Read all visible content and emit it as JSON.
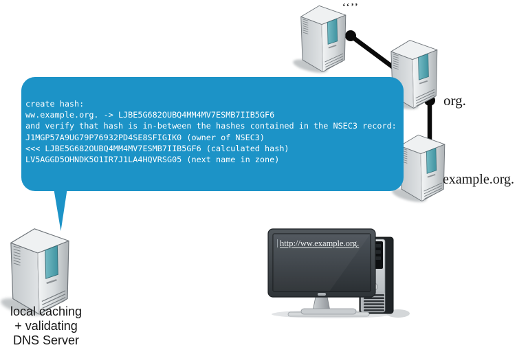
{
  "bubble": {
    "background_color": "#1c93c7",
    "text_color": "#ffffff",
    "lines": [
      "create hash:",
      "ww.example.org. -> LJBE5G682OUBQ4MM4MV7ESMB7IIB5GF6",
      "and verify that hash is in-between the hashes contained in the NSEC3 record:",
      "J1MGP57A9UG79P76932PD4SE8SFIGIK0 (owner of NSEC3)",
      "<<< LJBE5G682OUBQ4MM4MV7ESMB7IIB5GF6 (calculated hash)",
      "LV5AGGD5OHNDK5O1IR7J1LA4HQVRSG05 (next name in zone)"
    ]
  },
  "labels": {
    "root_quotes": "‘‘’’",
    "org_zone": "org.",
    "example_zone": "example.org.",
    "local_dns_lines": [
      "local caching",
      "+ validating",
      "DNS Server"
    ]
  },
  "client": {
    "browser_url": "http://ww.example.org."
  },
  "colors": {
    "bubble_blue": "#1c93c7",
    "server_screen_teal": "#4fa3b0",
    "connection_black": "#0a0a0a",
    "label_text": "#161616"
  },
  "icons": [
    {
      "name": "root-dns-server-icon",
      "shape": "tower-server"
    },
    {
      "name": "org-dns-server-icon",
      "shape": "tower-server"
    },
    {
      "name": "example-org-dns-server-icon",
      "shape": "tower-server"
    },
    {
      "name": "local-dns-server-icon",
      "shape": "tower-server"
    },
    {
      "name": "client-computer-icon",
      "shape": "desktop-monitor-and-tower"
    },
    {
      "name": "connection-lines",
      "shape": "thick-black-lines-with-round-nodes"
    }
  ]
}
